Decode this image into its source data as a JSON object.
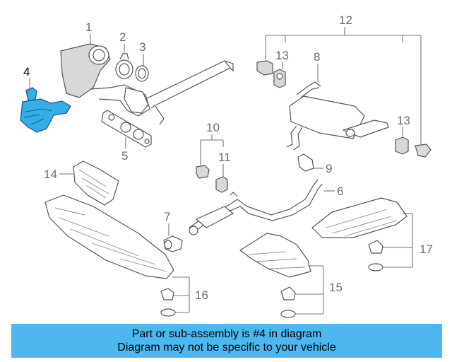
{
  "diagram": {
    "highlight_color": "#35aee8",
    "highlighted_part": "4",
    "callouts": [
      "1",
      "2",
      "3",
      "4",
      "5",
      "6",
      "7",
      "8",
      "9",
      "10",
      "11",
      "12",
      "13",
      "13",
      "14",
      "15",
      "16",
      "17"
    ]
  },
  "banner": {
    "line1": "Part or sub-assembly is #4 in diagram",
    "line2": "Diagram may not be specific to your vehicle",
    "background": "#4cb8ef"
  }
}
